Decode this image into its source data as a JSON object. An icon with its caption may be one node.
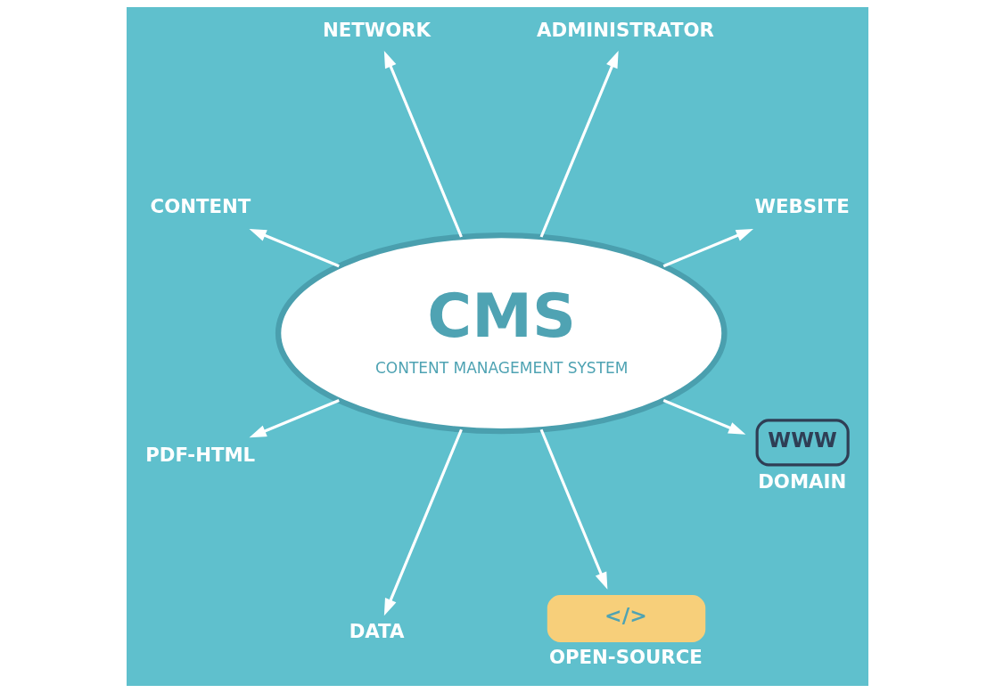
{
  "diagram": {
    "nodes": [
      {
        "text": [
          "CMS",
          "CONTENT MANAGEMENT SYSTEM"
        ]
      },
      {
        "text": [
          "WEBSITE"
        ]
      },
      {
        "text": [
          "ADMINISTRATOR"
        ]
      },
      {
        "text": [
          "NETWORK"
        ]
      },
      {
        "text": [
          "CONTENT"
        ]
      },
      {
        "text": [
          "PDF-HTML"
        ]
      },
      {
        "text": [
          "DATA"
        ]
      },
      {
        "text": [
          "</>",
          "OPEN-SOURCE"
        ]
      },
      {
        "text": [
          "WWW",
          "DOMAIN"
        ]
      }
    ],
    "edges": [
      {
        "from": 0,
        "to": 1,
        "arrow": "to"
      },
      {
        "from": 0,
        "to": 2,
        "arrow": "to"
      },
      {
        "from": 0,
        "to": 3,
        "arrow": "to"
      },
      {
        "from": 0,
        "to": 4,
        "arrow": "to"
      },
      {
        "from": 0,
        "to": 5,
        "arrow": "to"
      },
      {
        "from": 0,
        "to": 6,
        "arrow": "to"
      },
      {
        "from": 0,
        "to": 7,
        "arrow": "to"
      },
      {
        "from": 0,
        "to": 8,
        "arrow": "to"
      }
    ]
  }
}
